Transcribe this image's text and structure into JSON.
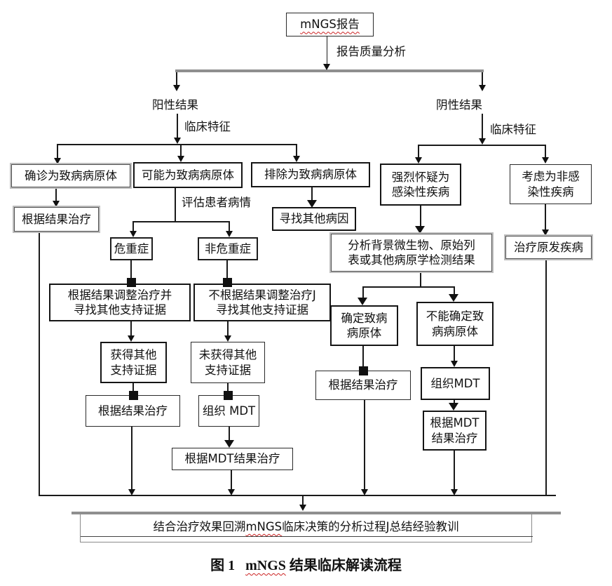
{
  "caption": {
    "fig_label": "图  1",
    "mngs": "mNGS",
    "rest": " 结果临床解读流程"
  },
  "edge_labels": {
    "report_quality": "报告质量分析",
    "positive": "阳性结果",
    "negative": "阴性结果",
    "clinical_features_left": "临床特征",
    "clinical_features_right": "临床特征",
    "assess_patient": "评估患者病情"
  },
  "nodes": {
    "report": "mNGS报告",
    "confirmed_pathogen": "确诊为致病病原体",
    "possible_pathogen": "可能为致病病原体",
    "excluded_pathogen": "排除为致病病原体",
    "treat_by_result_left": "根据结果治疗",
    "find_other_cause": "寻找其他病因",
    "critical": "危重症",
    "non_critical": "非危重症",
    "adjust_treatment": "根据结果调整治疗并\n寻找其他支持证据",
    "no_adjust_treatment": "不根据结果调整治疗J\n寻找其他支持证据",
    "evidence_obtained": "获得其他\n支持证据",
    "evidence_not_obtained": "未获得其他\n支持证据",
    "treat_by_result_mid": "根据结果治疗",
    "organize_mdt_mid": "组织 MDT",
    "treat_by_mdt_mid": "根据MDT结果治疗",
    "suspect_infectious": "强烈怀疑为\n感染性疾病",
    "consider_non_infectious": "考虑为非感\n染性疾病",
    "analyze_background": "分析背景微生物、原始列\n表或其他病原学检测结果",
    "treat_primary_disease": "治疗原发疾病",
    "pathogen_determined": "确定致病\n病原体",
    "pathogen_undetermined": "不能确定致\n病病原体",
    "treat_by_result_right": "根据结果治疗",
    "organize_mdt_right": "组织MDT",
    "treat_by_mdt_right": "根据MDT\n结果治疗"
  },
  "summary": {
    "pre": "结合治疗效果回溯",
    "mngs": "mNGS",
    "post": "临床决策的分析过程J总结经验教训"
  },
  "colors": {
    "line": "#1a1a1a",
    "gray_bar": "#8f8f8f",
    "squiggle": "#cc2222"
  }
}
